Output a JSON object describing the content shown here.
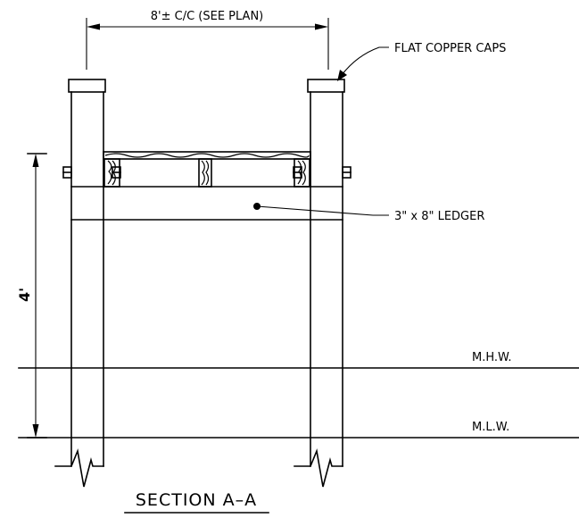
{
  "labels": {
    "spacing": "8'± C/C (SEE PLAN)",
    "caps": "FLAT COPPER CAPS",
    "ledger": "3\" x 8\" LEDGER",
    "height": "4'",
    "mhw": "M.H.W.",
    "mlw": "M.L.W.",
    "section": "SECTION A–A"
  },
  "colors": {
    "ink": "#000000",
    "background": "#ffffff"
  }
}
